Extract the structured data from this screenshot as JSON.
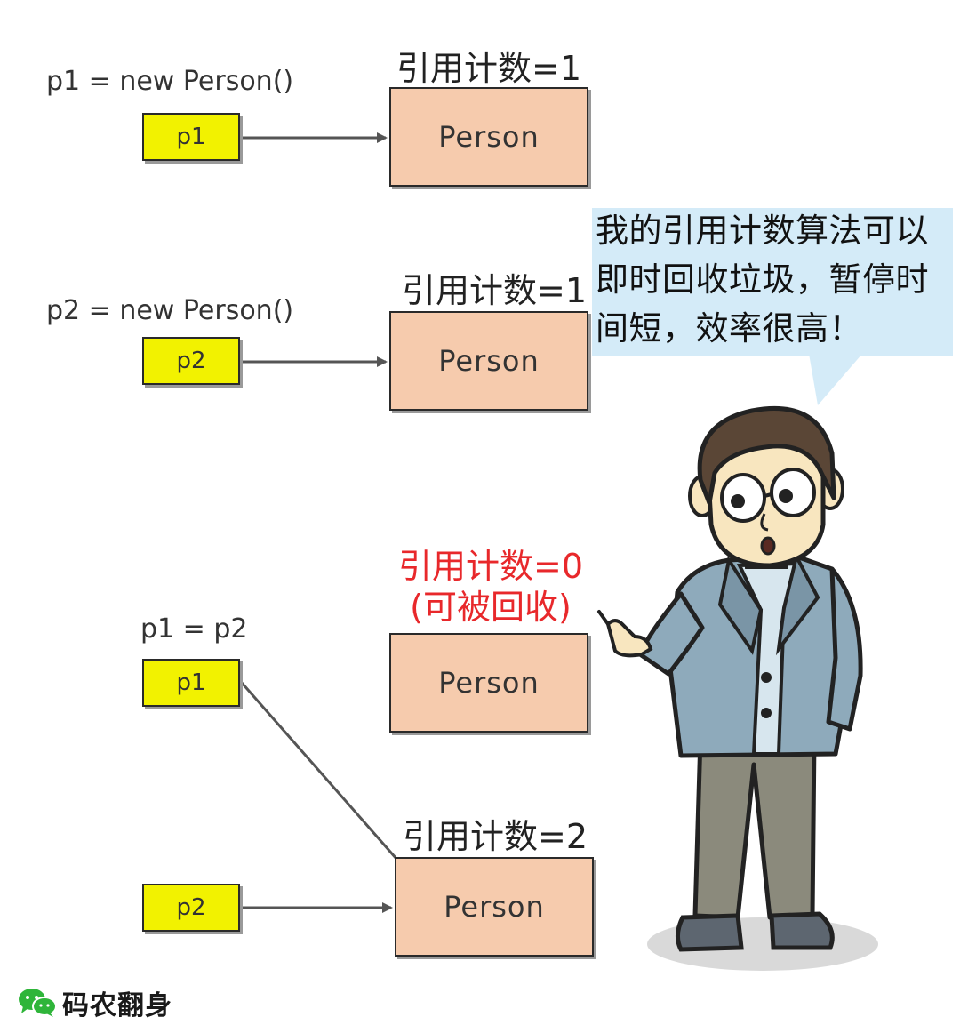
{
  "scene1": {
    "code": "p1 = new Person()",
    "count_label": "引用计数=1",
    "ref_label": "p1",
    "object_label": "Person"
  },
  "scene2": {
    "code": "p2 = new Person()",
    "count_label": "引用计数=1",
    "ref_label": "p2",
    "object_label": "Person"
  },
  "scene3": {
    "code": "p1 = p2",
    "count_zero_label": "引用计数=0",
    "collectible_label": "(可被回收)",
    "ref1_label": "p1",
    "ref2_label": "p2",
    "object_unreferenced_label": "Person",
    "count_two_label": "引用计数=2",
    "object_referenced_label": "Person"
  },
  "speech": {
    "line1": "我的引用计数算法可以",
    "line2": "即时回收垃圾，暂停时",
    "line3": "间短，效率很高！"
  },
  "watermark": {
    "text": "码农翻身",
    "icon": "wechat-icon"
  },
  "colors": {
    "reference_fill": "#f2f200",
    "object_fill": "#f6cbad",
    "collectible_text": "#e8282b",
    "bubble_fill": "#d4ebf8",
    "arrow": "#555555"
  }
}
